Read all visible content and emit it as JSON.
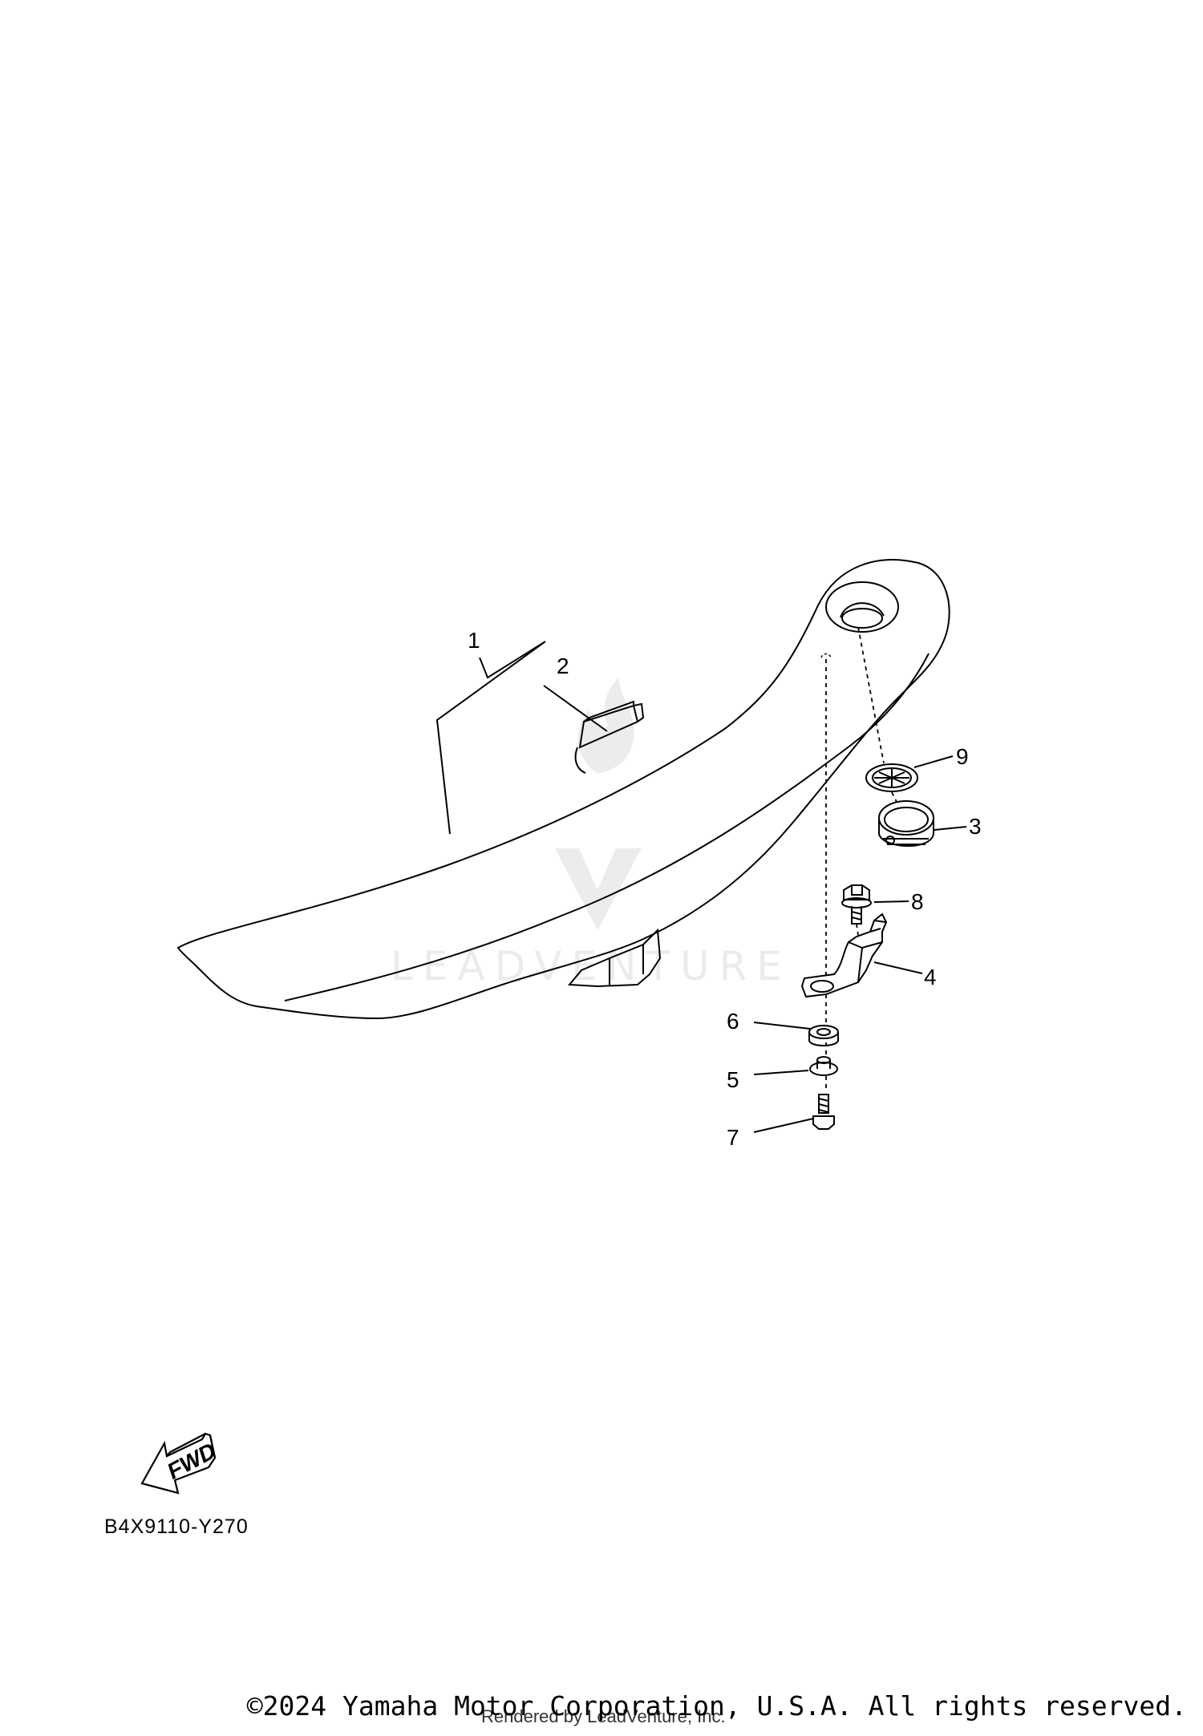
{
  "diagram": {
    "callouts": [
      "1",
      "2",
      "3",
      "4",
      "5",
      "6",
      "7",
      "8",
      "9"
    ],
    "fwd_label": "FWD",
    "code": "B4X9110-Y270"
  },
  "watermark": {
    "text": "LEADVENTURE"
  },
  "footer": {
    "copyright": "©2024 Yamaha Motor Corporation, U.S.A. All rights reserved.",
    "rendered_by": "Rendered by LeadVenture, Inc."
  }
}
